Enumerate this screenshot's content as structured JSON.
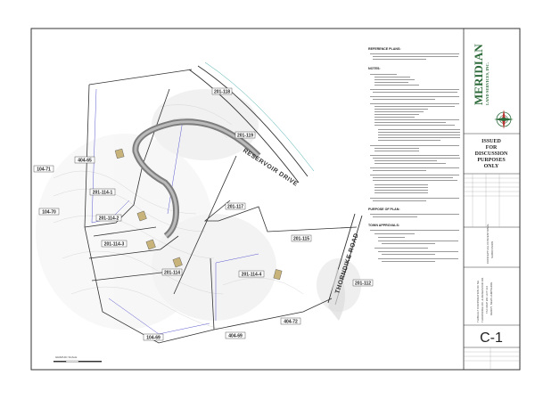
{
  "parcels": [
    "201-118",
    "201-119",
    "201-117",
    "404-65",
    "104-71",
    "104-70",
    "201-114-1",
    "201-114-2",
    "201-114-3",
    "201-114",
    "201-114-4",
    "201-115",
    "201-112",
    "404-72",
    "404-69",
    "104-69"
  ],
  "roads": {
    "reservoir": "RESERVOIR DRIVE",
    "thorndike": "THORNDIKE ROAD"
  },
  "notes": {
    "reference_heading": "REFERENCE PLANS:",
    "notes_heading": "NOTES:",
    "purpose_heading": "PURPOSE OF PLAN:",
    "approvals_heading": "TOWN APPROVALS:"
  },
  "title_block": {
    "company": "MERIDIAN",
    "company_sub": "LAND SERVICES, INC.",
    "issued": [
      "ISSUED",
      "FOR",
      "DISCUSSION",
      "PURPOSES",
      "ONLY"
    ],
    "plan_title": [
      "CONCEPTUAL CONVENTIONAL",
      "SUBDIVISION"
    ],
    "owner": [
      "THIBAULT CORPORATION OF NH",
      "THORNDIKE RD. & RESERVOIR DR.",
      "TAX MAP 201 LOT 114",
      "DERRY, NEW HAMPSHIRE"
    ],
    "sheet": "C-1"
  },
  "scale": {
    "label": "GRAPHIC SCALE"
  },
  "colors": {
    "brand": "#2e6b3a",
    "property_line": "#333333",
    "setback": "#5a5ad0",
    "road_fill": "#8a8a8a",
    "building": "#c8b47a"
  }
}
